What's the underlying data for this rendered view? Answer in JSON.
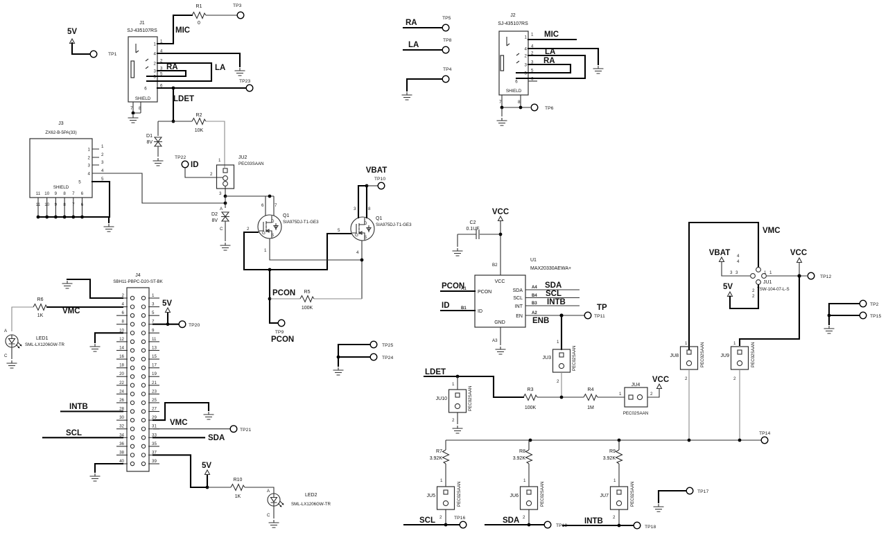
{
  "j1": {
    "ref": "J1",
    "part": "SJ-435107RS",
    "pins": [
      "1",
      "4",
      "2",
      "3",
      "5",
      "6"
    ],
    "shield": "SHIELD",
    "p7": "7",
    "p8": "8"
  },
  "j2": {
    "ref": "J2",
    "part": "SJ-435107RS",
    "pins": [
      "1",
      "4",
      "2",
      "3",
      "5",
      "6"
    ],
    "shield": "SHIELD",
    "p7": "7",
    "p8": "8"
  },
  "j3": {
    "ref": "J3",
    "part": "ZX62-B-5PA(33)",
    "side_pins": [
      "1",
      "2",
      "3",
      "4",
      "5"
    ],
    "bottom_pins": [
      "11",
      "10",
      "9",
      "8",
      "7",
      "6"
    ],
    "shield": "SHIELD"
  },
  "j4": {
    "ref": "J4",
    "part": "SBH11-PBPC-D20-ST-BK",
    "left_pins": [
      "2",
      "4",
      "6",
      "8",
      "10",
      "12",
      "14",
      "16",
      "18",
      "20",
      "22",
      "24",
      "26",
      "28",
      "30",
      "32",
      "34",
      "36",
      "38",
      "40"
    ],
    "right_pins": [
      "1",
      "3",
      "5",
      "7",
      "9",
      "11",
      "13",
      "15",
      "17",
      "19",
      "21",
      "23",
      "25",
      "27",
      "29",
      "31",
      "33",
      "35",
      "37",
      "39"
    ]
  },
  "u1": {
    "ref": "U1",
    "part": "MAX20330AEWA+",
    "pin_vcc": "VCC",
    "pin_pcon": "PCON",
    "pin_id": "ID",
    "pin_gnd": "GND",
    "pin_sda": "SDA",
    "pin_scl": "SCL",
    "pin_int": "INT",
    "pin_en": "EN",
    "g_b2": "B2",
    "g_a1": "A1",
    "g_b1": "B1",
    "g_a3": "A3",
    "g_a4": "A4",
    "g_b4": "B4",
    "g_b3": "B3",
    "g_a2": "A2"
  },
  "c2": {
    "ref": "C2",
    "value": "0.1UF"
  },
  "q1a": {
    "ref": "Q1",
    "part": "SIA975DJ-T1-GE3",
    "p6": "6",
    "p7": "7",
    "p2": "2",
    "p1": "1",
    "d": "D",
    "g": "G",
    "s": "S"
  },
  "q1b": {
    "ref": "Q1",
    "part": "SIA975DJ-T1-GE3",
    "p3": "3",
    "p8": "8",
    "p5": "5",
    "p4": "4",
    "d": "D",
    "g": "G",
    "s": "S"
  },
  "r": {
    "r1": {
      "ref": "R1",
      "value": "0"
    },
    "r2": {
      "ref": "R2",
      "value": "10K"
    },
    "r3": {
      "ref": "R3",
      "value": "100K"
    },
    "r4": {
      "ref": "R4",
      "value": "1M"
    },
    "r5": {
      "ref": "R5",
      "value": "100K"
    },
    "r6": {
      "ref": "R6",
      "value": "1K"
    },
    "r7": {
      "ref": "R7",
      "value": "3.92K"
    },
    "r8": {
      "ref": "R8",
      "value": "3.92K"
    },
    "r9": {
      "ref": "R9",
      "value": "3.92K"
    },
    "r10": {
      "ref": "R10",
      "value": "1K"
    }
  },
  "d": {
    "d1": {
      "ref": "D1",
      "value": "8V"
    },
    "d2": {
      "ref": "D2",
      "value": "8V",
      "a": "A",
      "c": "C"
    }
  },
  "led": {
    "led1": {
      "ref": "LED1",
      "part": "SML-LX1206GW-TR",
      "a": "A",
      "c": "C"
    },
    "led2": {
      "ref": "LED2",
      "part": "SML-LX1206GW-TR",
      "a": "A",
      "c": "C"
    }
  },
  "ju": {
    "ju1": {
      "ref": "JU1",
      "part": "TSW-104-07-L-S",
      "p1": "1",
      "p2": "2",
      "p3": "3",
      "p4": "4"
    },
    "ju2": {
      "ref": "JU2",
      "part": "PEC03SAAN",
      "p1": "1",
      "p2": "2",
      "p3": "3"
    },
    "ju3": {
      "ref": "JU3",
      "part": "PEC02SAAN",
      "p1": "1",
      "p2": "2"
    },
    "ju4": {
      "ref": "JU4",
      "part": "PEC02SAAN",
      "p1": "1",
      "p2": "2"
    },
    "ju5": {
      "ref": "JU5",
      "part": "PEC02SAAN",
      "p1": "1",
      "p2": "2"
    },
    "ju6": {
      "ref": "JU6",
      "part": "PEC02SAAN",
      "p1": "1",
      "p2": "2"
    },
    "ju7": {
      "ref": "JU7",
      "part": "PEC02SAAN",
      "p1": "1",
      "p2": "2"
    },
    "ju8": {
      "ref": "JU8",
      "part": "PEC02SAAN",
      "p1": "1",
      "p2": "2"
    },
    "ju9": {
      "ref": "JU9",
      "part": "PEC02SAAN",
      "p1": "1",
      "p2": "2"
    },
    "ju10": {
      "ref": "JU10",
      "part": "PEC02SAAN",
      "p1": "1",
      "p2": "2"
    }
  },
  "tp": {
    "tp1": "TP1",
    "tp2": "TP2",
    "tp3": "TP3",
    "tp4": "TP4",
    "tp5": "TP5",
    "tp6": "TP6",
    "tp8": "TP8",
    "tp9": "TP9",
    "tp10": "TP10",
    "tp11": "TP11",
    "tp12": "TP12",
    "tp14": "TP14",
    "tp15": "TP15",
    "tp16": "TP16",
    "tp17": "TP17",
    "tp18": "TP18",
    "tp19": "TP19",
    "tp20": "TP20",
    "tp21": "TP21",
    "tp22": "TP22",
    "tp23": "TP23",
    "tp24": "TP24",
    "tp25": "TP25"
  },
  "net": {
    "v5_1": "5V",
    "v5_2": "5V",
    "v5_3": "5V",
    "v5_4": "5V",
    "mic_1": "MIC",
    "mic_2": "MIC",
    "ra_1": "RA",
    "ra_2": "RA",
    "ra_3": "RA",
    "la_1": "LA",
    "la_2": "LA",
    "la_3": "LA",
    "ldet_1": "LDET",
    "ldet_2": "LDET",
    "id_1": "ID",
    "id_2": "ID",
    "vbat_1": "VBAT",
    "vbat_2": "VBAT",
    "pcon_1": "PCON",
    "pcon_2": "PCON",
    "pcon_3": "PCON",
    "vcc_1": "VCC",
    "vcc_2": "VCC",
    "vcc_3": "VCC",
    "vmc_1": "VMC",
    "vmc_2": "VMC",
    "vmc_3": "VMC",
    "sda_1": "SDA",
    "sda_2": "SDA",
    "sda_3": "SDA",
    "scl_1": "SCL",
    "scl_2": "SCL",
    "scl_3": "SCL",
    "intb_1": "INTB",
    "intb_2": "INTB",
    "intb_3": "INTB",
    "enb": "ENB",
    "tp_big": "TP"
  }
}
